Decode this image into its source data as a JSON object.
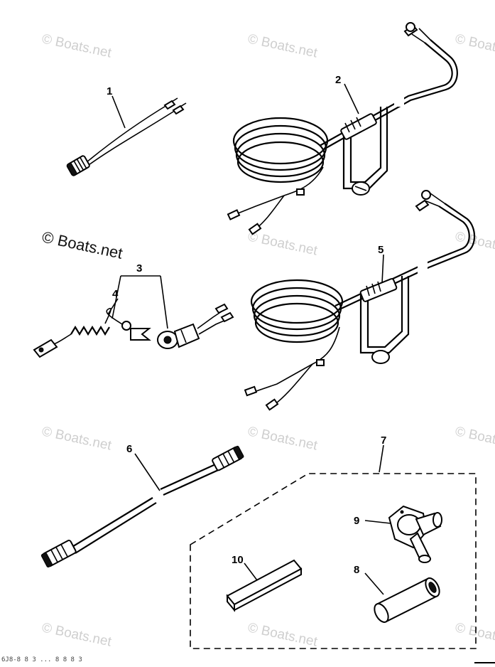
{
  "callouts": {
    "c1": "1",
    "c2": "2",
    "c3": "3",
    "c4": "4",
    "c5": "5",
    "c6": "6",
    "c7": "7",
    "c8": "8",
    "c9": "9",
    "c10": "10"
  },
  "copyright_notice": "© Boats.net",
  "watermark_text": "© Boats.net",
  "footer_code": "6J8-8 8 3 ... 8 8 8 3"
}
